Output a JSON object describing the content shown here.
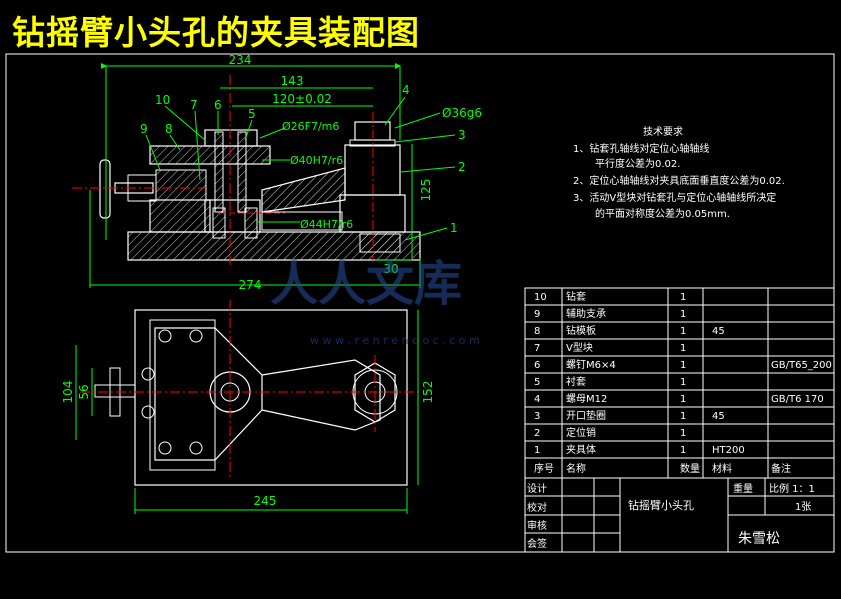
{
  "title": "钻摇臂小头孔的夹具装配图",
  "watermark": {
    "brand": "人人文库",
    "url": "w w w . r e n r e n d o c . c o m"
  },
  "dimensions": {
    "d234": "234",
    "d143": "143",
    "d120": "120±0.02",
    "d274": "274",
    "d125": "125",
    "d30": "30",
    "d245": "245",
    "d104": "104",
    "d56": "56",
    "d152": "152",
    "phi36": "Ø36g6",
    "phi26": "Ø26F7/m6",
    "phi40": "Ø40H7/r6",
    "phi44": "Ø44H7/r6"
  },
  "callouts": [
    "10",
    "7",
    "6",
    "5",
    "9",
    "8",
    "4",
    "3",
    "2",
    "1"
  ],
  "tech_requirements": {
    "heading": "技术要求",
    "lines": [
      "1、钻套孔轴线对定位心轴轴线",
      "平行度公差为0.02.",
      "2、定位心轴轴线对夹具底面垂直度公差为0.02.",
      "3、活动V型块对钻套孔与定位心轴轴线所决定",
      "的平面对称度公差为0.05mm."
    ]
  },
  "bom": {
    "rows": [
      {
        "no": "10",
        "name": "钻套",
        "qty": "1",
        "material": "",
        "note": ""
      },
      {
        "no": "9",
        "name": "辅助支承",
        "qty": "1",
        "material": "",
        "note": ""
      },
      {
        "no": "8",
        "name": "钻模板",
        "qty": "1",
        "material": "45",
        "note": ""
      },
      {
        "no": "7",
        "name": "V型块",
        "qty": "1",
        "material": "",
        "note": ""
      },
      {
        "no": "6",
        "name": "螺钉M6×4",
        "qty": "1",
        "material": "",
        "note": "GB/T65_200"
      },
      {
        "no": "5",
        "name": "衬套",
        "qty": "1",
        "material": "",
        "note": ""
      },
      {
        "no": "4",
        "name": "螺母M12",
        "qty": "1",
        "material": "",
        "note": "GB/T6 170"
      },
      {
        "no": "3",
        "name": "开口垫圈",
        "qty": "1",
        "material": "45",
        "note": ""
      },
      {
        "no": "2",
        "name": "定位销",
        "qty": "1",
        "material": "",
        "note": ""
      },
      {
        "no": "1",
        "name": "夹具体",
        "qty": "1",
        "material": "HT200",
        "note": ""
      }
    ],
    "header": {
      "no": "序号",
      "name": "名称",
      "qty": "数量",
      "material": "材料",
      "note": "备注"
    },
    "title_block": {
      "design": "设计",
      "check": "校对",
      "review": "审核",
      "approve": "会签",
      "part_name": "钻摇臂小头孔",
      "weight": "重量",
      "scale": "比例 1：1",
      "sheet": "1张",
      "author": "朱雪松"
    }
  },
  "colors": {
    "background": "#000000",
    "title": "#ffff00",
    "outline": "#ffffff",
    "dimension": "#00ff00",
    "centerline": "#ff0000",
    "hatch": "#ffffff",
    "watermark": "#2a4fa0"
  }
}
